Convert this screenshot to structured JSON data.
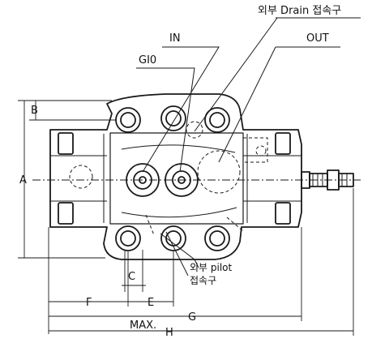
{
  "labels": {
    "drain": "외부 Drain 접속구",
    "in": "IN",
    "out": "OUT",
    "gio": "GI0",
    "b": "B",
    "a": "A",
    "c": "C",
    "f": "F",
    "e": "E",
    "g": "G",
    "max": "MAX.",
    "h": "H",
    "pilot_line1": "외부 pilot",
    "pilot_line2": "접속구"
  }
}
